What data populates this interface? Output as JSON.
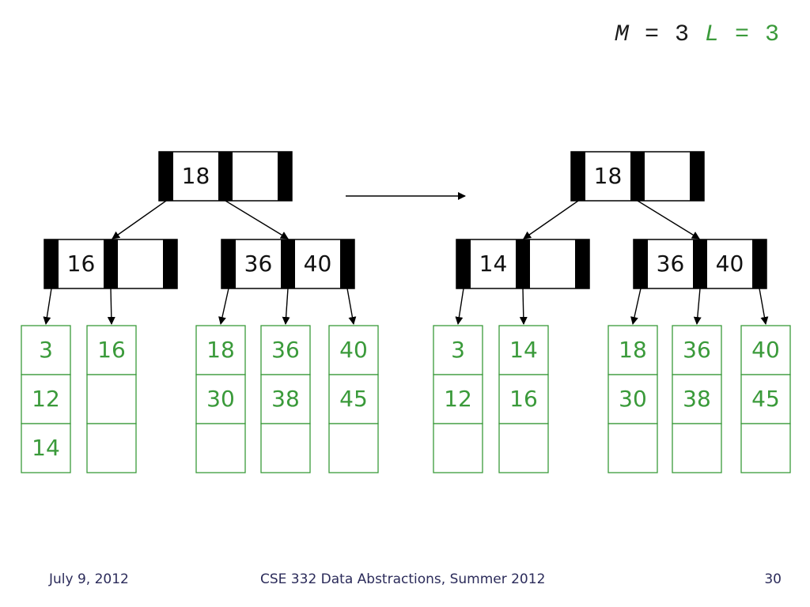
{
  "header": {
    "m_var": "M",
    "m_eq": " = 3 ",
    "l_var": "L",
    "l_eq": " = 3"
  },
  "colors": {
    "internal": "#000000",
    "leaf": "#3a9a3a",
    "footer": "#2b2b5a"
  },
  "before": {
    "root": [
      "18",
      ""
    ],
    "internals": [
      {
        "keys": [
          "16",
          ""
        ]
      },
      {
        "keys": [
          "36",
          "40"
        ]
      }
    ],
    "leaves": [
      [
        "3",
        "12",
        "14"
      ],
      [
        "16",
        "",
        ""
      ],
      [
        "18",
        "30",
        ""
      ],
      [
        "36",
        "38",
        ""
      ],
      [
        "40",
        "45",
        ""
      ]
    ]
  },
  "after": {
    "root": [
      "18",
      ""
    ],
    "internals": [
      {
        "keys": [
          "14",
          ""
        ]
      },
      {
        "keys": [
          "36",
          "40"
        ]
      }
    ],
    "leaves": [
      [
        "3",
        "12",
        ""
      ],
      [
        "14",
        "16",
        ""
      ],
      [
        "18",
        "30",
        ""
      ],
      [
        "36",
        "38",
        ""
      ],
      [
        "40",
        "45",
        ""
      ]
    ]
  },
  "footer": {
    "date": "July 9, 2012",
    "course": "CSE 332 Data Abstractions, Summer 2012",
    "page": "30"
  }
}
